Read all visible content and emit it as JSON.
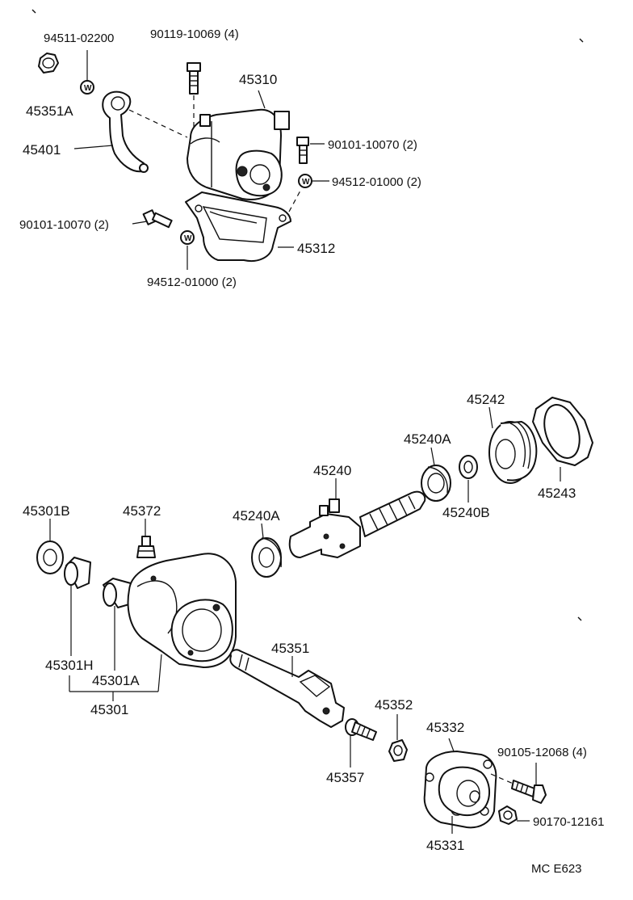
{
  "labels": {
    "p94511_02200": "94511-02200",
    "p90119_10069": "90119-10069 (4)",
    "p45351A": "45351A",
    "p45310": "45310",
    "p45401": "45401",
    "p90101_10070_r": "90101-10070 (2)",
    "p94512_01000_r": "94512-01000 (2)",
    "p90101_10070_l": "90101-10070 (2)",
    "p45312": "45312",
    "p94512_01000_b": "94512-01000 (2)",
    "p45242": "45242",
    "p45240A_top": "45240A",
    "p45240": "45240",
    "p45243": "45243",
    "p45240B": "45240B",
    "p45301B": "45301B",
    "p45372": "45372",
    "p45240A_mid": "45240A",
    "p45351": "45351",
    "p45301H": "45301H",
    "p45301A": "45301A",
    "p45301": "45301",
    "p45352": "45352",
    "p45332": "45332",
    "p90105_12068": "90105-12068 (4)",
    "p45357": "45357",
    "p90170_12161": "90170-12161",
    "p45331": "45331",
    "code": "MC E623"
  },
  "washer_mark": "W",
  "icons": [
    "nut-icon",
    "washer-icon",
    "bolt-icon",
    "grease-fitting-icon",
    "bearing-icon"
  ]
}
